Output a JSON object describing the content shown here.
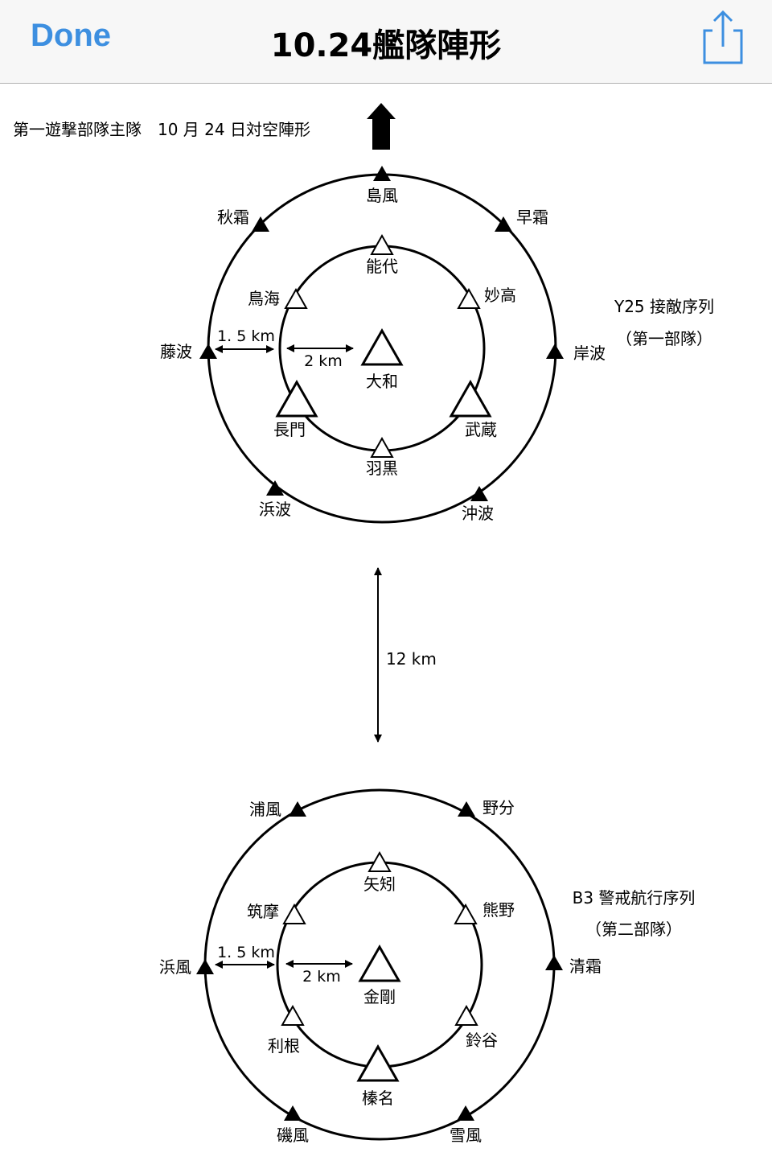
{
  "navbar": {
    "done_label": "Done",
    "title": "10.24艦隊陣形",
    "share_icon": "share-icon"
  },
  "heading": "第一遊撃部隊主隊　10 月 24 日対空陣形",
  "group1": {
    "formation_name": "Y25 接敵序列",
    "formation_sub": "（第一部隊）",
    "outer": {
      "top": "島風",
      "top_left": "秋霜",
      "top_right": "早霜",
      "left": "藤波",
      "right": "岸波",
      "bottom_left": "浜波",
      "bottom_right": "沖波"
    },
    "inner": {
      "top": "能代",
      "upper_left": "鳥海",
      "upper_right": "妙高",
      "center": "大和",
      "lower_left": "長門",
      "lower_right": "武蔵",
      "bottom": "羽黒"
    },
    "dist_outer": "1. 5 km",
    "dist_inner": "2 km"
  },
  "separation": "12 km",
  "group2": {
    "formation_name": "B3 警戒航行序列",
    "formation_sub": "（第二部隊）",
    "outer": {
      "top_left": "浦風",
      "top_right": "野分",
      "left": "浜風",
      "right": "清霜",
      "bottom_left": "磯風",
      "bottom_right": "雪風"
    },
    "inner": {
      "top": "矢矧",
      "upper_left": "筑摩",
      "upper_right": "熊野",
      "center": "金剛",
      "lower_left": "利根",
      "lower_right": "鈴谷",
      "bottom": "榛名"
    },
    "dist_outer": "1. 5 km",
    "dist_inner": "2 km"
  }
}
